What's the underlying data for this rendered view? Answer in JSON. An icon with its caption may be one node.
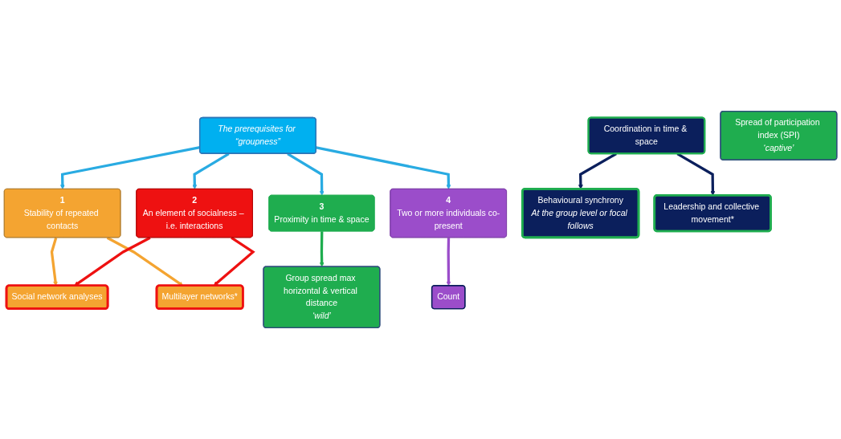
{
  "diagram": {
    "nodes": [
      {
        "text": [
          "The prerequisites for “groupness”"
        ]
      },
      {
        "text": [
          "1",
          "Stability of repeated contacts"
        ]
      },
      {
        "text": [
          "2",
          "An element of socialness – i.e. interactions"
        ]
      },
      {
        "text": [
          "3",
          "Proximity in time & space"
        ]
      },
      {
        "text": [
          "Coordination in time & space"
        ]
      },
      {
        "text": [
          "4",
          "Two or more individuals co-present"
        ]
      },
      {
        "text": [
          "Social network analyses"
        ]
      },
      {
        "text": [
          "Multilayer networks*"
        ]
      },
      {
        "text": [
          "Group spread max horizontal & vertical distance",
          "‘wild’"
        ]
      },
      {
        "text": [
          "Spread of participation index (SPI)",
          "‘captive’"
        ]
      },
      {
        "text": [
          "Behavioural synchrony",
          "At the group level or focal follows"
        ]
      },
      {
        "text": [
          "Leadership and collective movement*"
        ]
      },
      {
        "text": [
          "Count"
        ]
      }
    ],
    "edges": [
      {
        "from": 0,
        "to": 1,
        "arrow": "to"
      },
      {
        "from": 0,
        "to": 2,
        "arrow": "to"
      },
      {
        "from": 0,
        "to": 3,
        "arrow": "to"
      },
      {
        "from": 0,
        "to": 5,
        "arrow": "to"
      },
      {
        "from": 1,
        "to": 6,
        "arrow": "to",
        "color": "#f4a431"
      },
      {
        "from": 1,
        "to": 7,
        "arrow": "to",
        "color": "#f4a431"
      },
      {
        "from": 2,
        "to": 6,
        "arrow": "to",
        "color": "#ee1111"
      },
      {
        "from": 2,
        "to": 7,
        "arrow": "to",
        "color": "#ee1111"
      },
      {
        "from": 3,
        "to": 8,
        "arrow": "to",
        "color": "#1fad4f"
      },
      {
        "from": 4,
        "to": 10,
        "arrow": "to",
        "color": "#0b1f5c"
      },
      {
        "from": 4,
        "to": 11,
        "arrow": "to",
        "color": "#0b1f5c"
      },
      {
        "from": 5,
        "to": 12,
        "arrow": "to",
        "color": "#9b4dca"
      }
    ]
  }
}
